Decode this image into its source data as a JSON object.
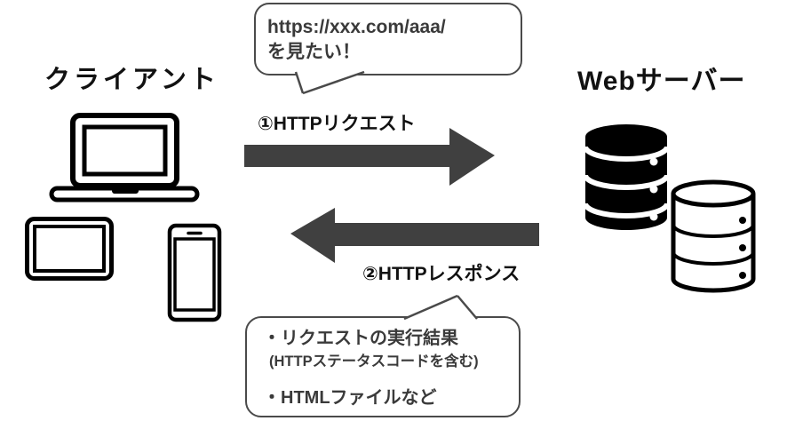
{
  "diagram_title": "HTTP request/response flow between client and web server",
  "labels": {
    "client": "クライアント",
    "server": "Webサーバー"
  },
  "request_bubble": {
    "line1": "https://xxx.com/aaa/",
    "line2": "を見たい！"
  },
  "request_arrow": {
    "label": "①HTTPリクエスト",
    "direction": "right"
  },
  "response_arrow": {
    "label": "②HTTPレスポンス",
    "direction": "left"
  },
  "response_bubble": {
    "item1": "・リクエストの実行結果",
    "item1_note": "(HTTPステータスコードを含む)",
    "item2": "・HTMLファイルなど"
  },
  "icons": {
    "client": [
      "laptop-icon",
      "tablet-icon",
      "smartphone-icon"
    ],
    "server": [
      "database-stack-filled-icon",
      "database-stack-outline-icon"
    ]
  },
  "colors": {
    "arrow": "#404040",
    "bubble_border": "#4a4a4a",
    "text": "#111111",
    "bubble_text": "#3a3a3a",
    "icon": "#000000",
    "background": "#ffffff"
  }
}
